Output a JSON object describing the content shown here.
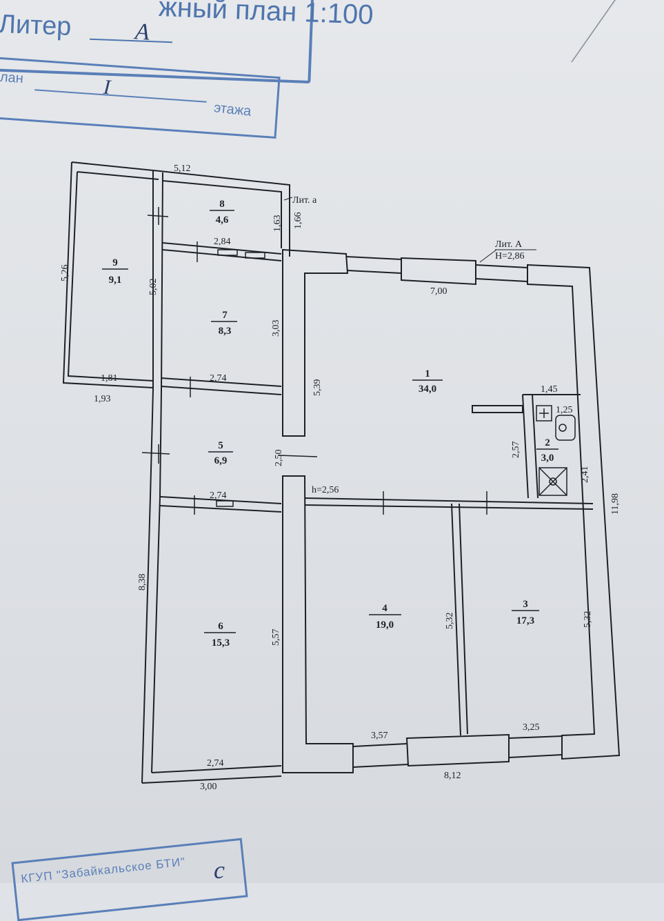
{
  "header": {
    "plan_title": "жный план 1:100",
    "liter_label": "Литер",
    "liter_value": "А",
    "plan_label": "лан",
    "floor_value": "I",
    "floor_label": "этажа"
  },
  "footer": {
    "stamp_text": "КГУП \"Забайкальское БТИ\"",
    "signature": "с"
  },
  "annotations": {
    "lit_a_small": "Лит. а",
    "lit_a_main": "Лит. А",
    "height_main": "H=2,86",
    "height_room": "h=2,56"
  },
  "rooms": [
    {
      "number": "1",
      "area": "34,0"
    },
    {
      "number": "2",
      "area": "3,0"
    },
    {
      "number": "3",
      "area": "17,3"
    },
    {
      "number": "4",
      "area": "19,0"
    },
    {
      "number": "5",
      "area": "6,9"
    },
    {
      "number": "6",
      "area": "15,3"
    },
    {
      "number": "7",
      "area": "8,3"
    },
    {
      "number": "8",
      "area": "4,6"
    },
    {
      "number": "9",
      "area": "9,1"
    }
  ],
  "dimensions": {
    "top_left": "5,12",
    "left_outer_9": "5,26",
    "inner_9": "5,02",
    "bottom_9_inner": "1,81",
    "bottom_9_outer": "1,93",
    "right_8_a": "1,63",
    "right_8_b": "1,66",
    "width_8": "2,84",
    "height_7": "3,03",
    "width_7_bottom": "2,74",
    "door_5": "2,50",
    "width_5_bottom": "2,74",
    "left_6": "8,38",
    "right_6": "5,57",
    "width_6_inner": "2,74",
    "width_6_outer": "3,00",
    "top_1": "7,00",
    "left_1": "5,39",
    "bath_width": "1,45",
    "bath_a": "1,25",
    "bath_left": "2,57",
    "bath_right": "2,41",
    "right_outer": "11,98",
    "height_4": "5,32",
    "height_3": "5,32",
    "bottom_4": "3,57",
    "bottom_3": "3,25",
    "bottom_outer": "8,12"
  }
}
